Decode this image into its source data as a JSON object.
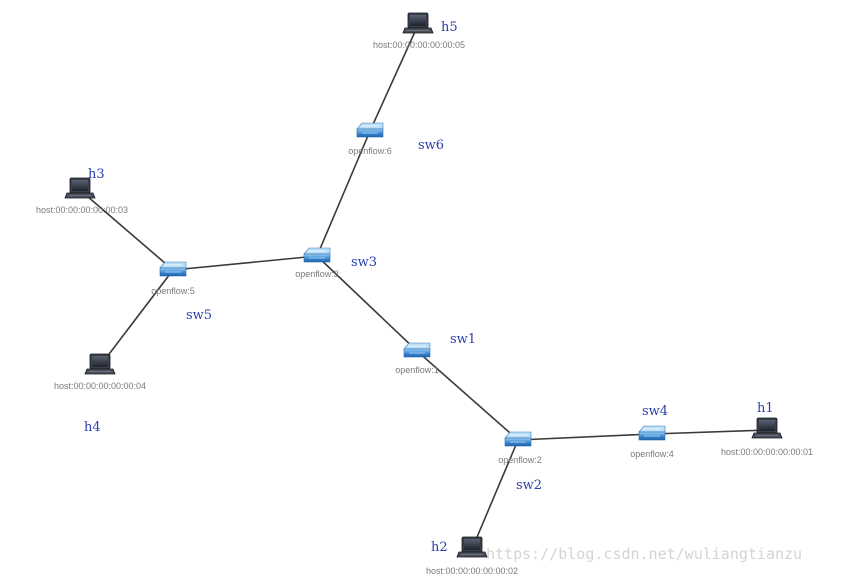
{
  "colors": {
    "link": "#3a3a3a",
    "name_label": "#2b3fae",
    "node_label": "#7a7a7a",
    "switch_body": "#3f8fd6",
    "host_screen": "#2e3440"
  },
  "switches": [
    {
      "id": "sw1",
      "name": "sw1",
      "label": "openflow:1",
      "icon": "switch-icon"
    },
    {
      "id": "sw2",
      "name": "sw2",
      "label": "openflow:2",
      "icon": "switch-icon"
    },
    {
      "id": "sw3",
      "name": "sw3",
      "label": "openflow:3",
      "icon": "switch-icon"
    },
    {
      "id": "sw4",
      "name": "sw4",
      "label": "openflow:4",
      "icon": "switch-icon"
    },
    {
      "id": "sw5",
      "name": "sw5",
      "label": "openflow:5",
      "icon": "switch-icon"
    },
    {
      "id": "sw6",
      "name": "sw6",
      "label": "openflow:6",
      "icon": "switch-icon"
    }
  ],
  "hosts": [
    {
      "id": "h1",
      "name": "h1",
      "label": "host:00:00:00:00:00:01",
      "icon": "laptop-icon"
    },
    {
      "id": "h2",
      "name": "h2",
      "label": "host:00:00:00:00:00:02",
      "icon": "laptop-icon"
    },
    {
      "id": "h3",
      "name": "h3",
      "label": "host:00:00:00:00:00:03",
      "icon": "laptop-icon"
    },
    {
      "id": "h4",
      "name": "h4",
      "label": "host:00:00:00:00:00:04",
      "icon": "laptop-icon"
    },
    {
      "id": "h5",
      "name": "h5",
      "label": "host:00:00:00:00:00:05",
      "icon": "laptop-icon"
    }
  ],
  "links": [
    [
      "sw3",
      "sw1"
    ],
    [
      "sw1",
      "sw2"
    ],
    [
      "sw2",
      "sw4"
    ],
    [
      "sw4",
      "h1"
    ],
    [
      "sw2",
      "h2"
    ],
    [
      "sw3",
      "sw5"
    ],
    [
      "sw3",
      "sw6"
    ],
    [
      "sw6",
      "h5"
    ],
    [
      "sw5",
      "h3"
    ],
    [
      "sw5",
      "h4"
    ]
  ],
  "watermark": "https://blog.csdn.net/wuliangtianzu"
}
